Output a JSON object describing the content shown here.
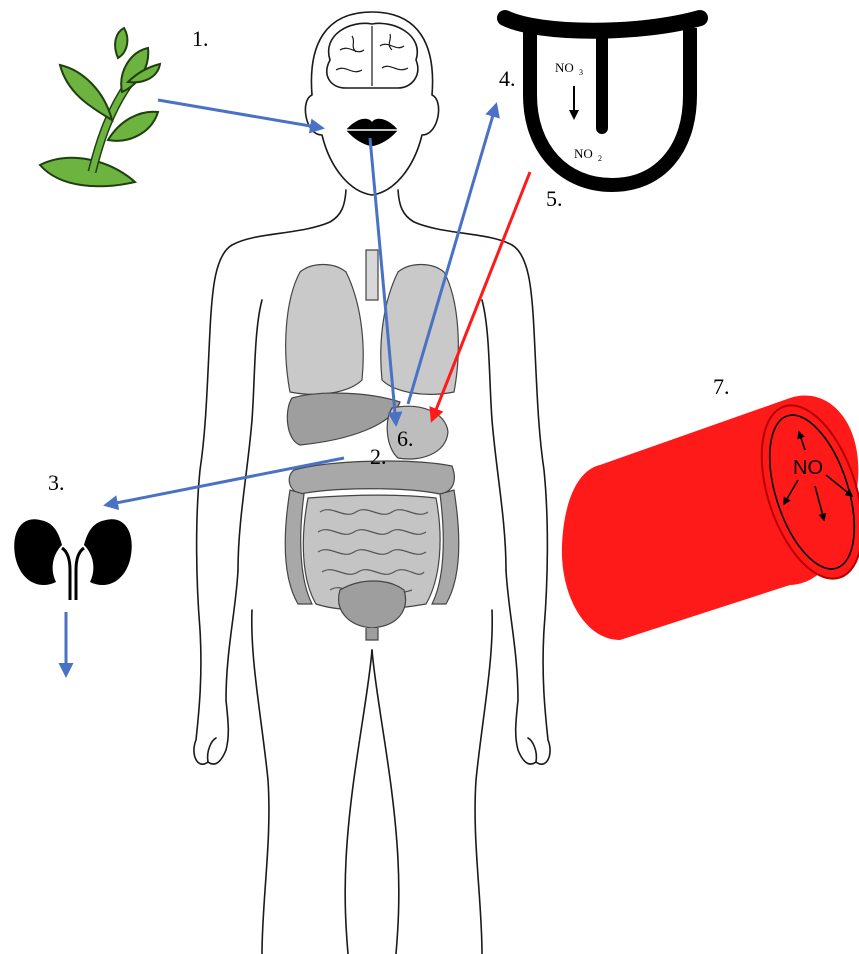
{
  "colors": {
    "blue_arrow": "#4a72c4",
    "red_arrow": "#ff1a1a",
    "plant": "#6db33f",
    "plant_dark": "#1f3f10",
    "vessel": "#ff1a1a",
    "organ": "#c9c9c9",
    "organ_dark": "#9a9a9a"
  },
  "labels": {
    "step1": "1.",
    "step2": "2.",
    "step3": "3.",
    "step4": "4.",
    "step5": "5.",
    "step6": "6.",
    "step7": "7."
  },
  "tongue": {
    "nitrate_base": "NO",
    "nitrate_sub": "3",
    "nitrite_base": "NO",
    "nitrite_sub": "2"
  },
  "vessel": {
    "label": "NO"
  },
  "icons": [
    "plant-icon",
    "human-body-icon",
    "brain-icon",
    "lips-icon",
    "tongue-icon",
    "kidneys-icon",
    "blood-vessel-icon"
  ]
}
